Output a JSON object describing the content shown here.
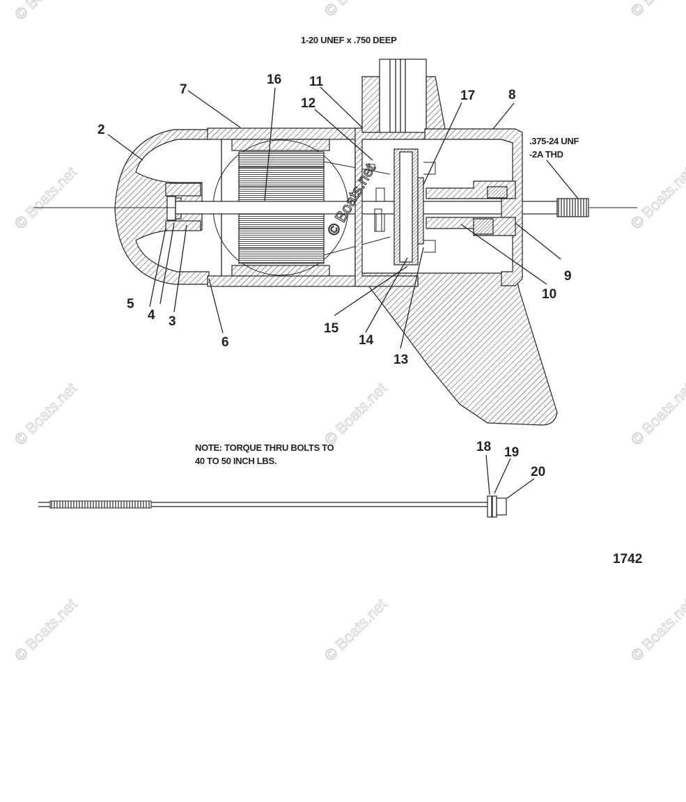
{
  "diagram": {
    "figure_number": "1742",
    "notes": {
      "mounting_thread": "1-20 UNEF x .750 DEEP",
      "shaft_thread_line1": ".375-24 UNF",
      "shaft_thread_line2": "-2A THD",
      "torque_line1": "NOTE: TORQUE THRU BOLTS TO",
      "torque_line2": "40 TO 50 INCH LBS."
    },
    "callouts": [
      {
        "id": "c2",
        "text": "2"
      },
      {
        "id": "c3",
        "text": "3"
      },
      {
        "id": "c4",
        "text": "4"
      },
      {
        "id": "c5",
        "text": "5"
      },
      {
        "id": "c6",
        "text": "6"
      },
      {
        "id": "c7",
        "text": "7"
      },
      {
        "id": "c8",
        "text": "8"
      },
      {
        "id": "c9",
        "text": "9"
      },
      {
        "id": "c10",
        "text": "10"
      },
      {
        "id": "c11",
        "text": "11"
      },
      {
        "id": "c12",
        "text": "12"
      },
      {
        "id": "c13",
        "text": "13"
      },
      {
        "id": "c14",
        "text": "14"
      },
      {
        "id": "c15",
        "text": "15"
      },
      {
        "id": "c16",
        "text": "16"
      },
      {
        "id": "c17",
        "text": "17"
      },
      {
        "id": "c18",
        "text": "18"
      },
      {
        "id": "c19",
        "text": "19"
      },
      {
        "id": "c20",
        "text": "20"
      }
    ],
    "watermark": "© Boats.net"
  }
}
